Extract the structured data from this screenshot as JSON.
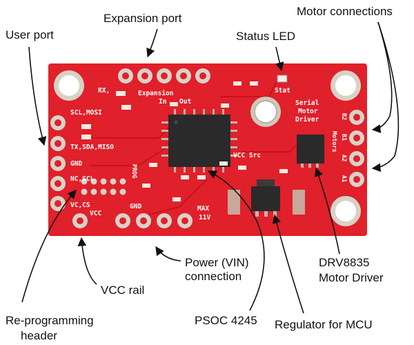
{
  "callouts": {
    "expansion_port": "Expansion port",
    "motor_connections": "Motor connections",
    "user_port": "User port",
    "status_led": "Status LED",
    "power_line1": "Power (VIN)",
    "power_line2": "connection",
    "drv_line1": "DRV8835",
    "drv_line2": "Motor Driver",
    "vcc_rail": "VCC rail",
    "reprog_line1": "Re-programming",
    "reprog_line2": "header",
    "psoc": "PSOC 4245",
    "regulator": "Regulator for MCU"
  },
  "silkscreen": {
    "rx": "RX,",
    "scl_mosi": "SCL,MOSI",
    "tx_sda_miso": "TX,SDA,MISO",
    "gnd_left": "GND",
    "nc_scl": "NC,SCL",
    "vc_cs": "VC,CS",
    "vcc_bottom": "VCC",
    "gnd_bottom": "GND",
    "max": "MAX",
    "max_volt": "11V",
    "expansion": "Expansion",
    "in": "In",
    "out": "Out",
    "stat": "Stat",
    "serial": "Serial",
    "motor": "Motor",
    "driver": "Driver",
    "vcc_src": "VCC Src",
    "prog": "PROG",
    "b2": "B2",
    "b1": "B1",
    "motors": "Motors",
    "a2": "A2",
    "a1": "A1"
  },
  "colors": {
    "board": "#e0202a",
    "pad": "#d9d2c8",
    "chip": "#2a2a2a",
    "silkscreen": "#ffffff"
  }
}
